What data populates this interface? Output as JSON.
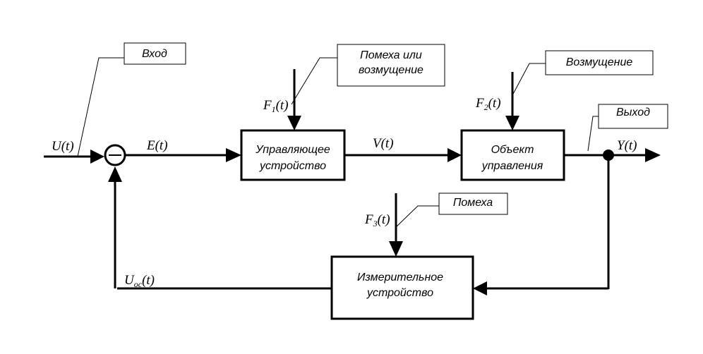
{
  "callouts": {
    "input": "Вход",
    "noise1_line1": "Помеха или",
    "noise1_line2": "возмущение",
    "disturbance": "Возмущение",
    "output": "Выход",
    "noise3": "Помеха"
  },
  "blocks": {
    "controller_line1": "Управляющее",
    "controller_line2": "устройство",
    "plant_line1": "Объект",
    "plant_line2": "управления",
    "sensor_line1": "Измерительное",
    "sensor_line2": "устройство"
  },
  "signals": {
    "input": "U(t)",
    "error": "E(t)",
    "control": "V(t)",
    "output": "Y(t)",
    "f1_main": "F",
    "f1_sub": "1",
    "f1_tail": "(t)",
    "f2_main": "F",
    "f2_sub": "2",
    "f2_tail": "(t)",
    "f3_main": "F",
    "f3_sub": "3",
    "f3_tail": "(t)",
    "feedback_main": "U",
    "feedback_sub": "ос",
    "feedback_tail": "(t)"
  }
}
